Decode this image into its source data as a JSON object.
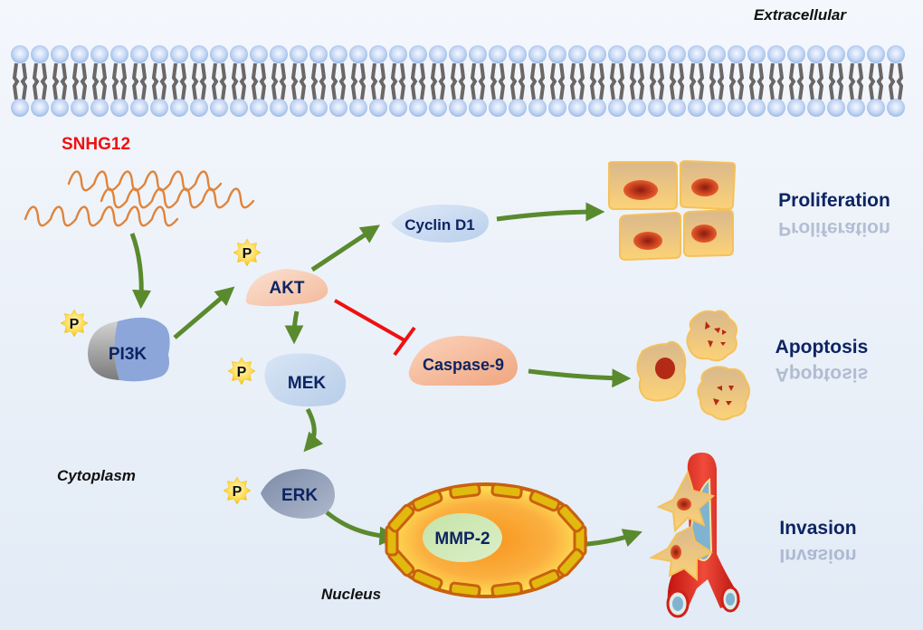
{
  "regions": {
    "extracellular": "Extracellular",
    "cytoplasm": "Cytoplasm",
    "nucleus": "Nucleus"
  },
  "rna": {
    "label": "SNHG12",
    "color": "#ee1111"
  },
  "phospho_label": "P",
  "proteins": {
    "pi3k": "PI3K",
    "akt": "AKT",
    "mek": "MEK",
    "erk": "ERK",
    "cyclin_d1": "Cyclin D1",
    "caspase9": "Caspase-9",
    "mmp2": "MMP-2"
  },
  "outcomes": {
    "proliferation": "Proliferation",
    "apoptosis": "Apoptosis",
    "invasion": "Invasion"
  },
  "colors": {
    "activation_arrow": "#5a8a2e",
    "inhibition_line": "#ee1111",
    "protein_text": "#0d2463",
    "membrane_head": "#a9c3ea",
    "membrane_tail": "#6b6766"
  },
  "edges": [
    {
      "from": "SNHG12",
      "to": "PI3K",
      "type": "activation"
    },
    {
      "from": "PI3K",
      "to": "AKT",
      "type": "activation"
    },
    {
      "from": "AKT",
      "to": "Cyclin D1",
      "type": "activation"
    },
    {
      "from": "AKT",
      "to": "MEK",
      "type": "activation"
    },
    {
      "from": "AKT",
      "to": "Caspase-9",
      "type": "inhibition"
    },
    {
      "from": "MEK",
      "to": "ERK",
      "type": "activation"
    },
    {
      "from": "ERK",
      "to": "MMP-2",
      "type": "activation"
    },
    {
      "from": "Cyclin D1",
      "to": "Proliferation",
      "type": "activation"
    },
    {
      "from": "Caspase-9",
      "to": "Apoptosis",
      "type": "activation"
    },
    {
      "from": "MMP-2",
      "to": "Invasion",
      "type": "activation"
    }
  ]
}
